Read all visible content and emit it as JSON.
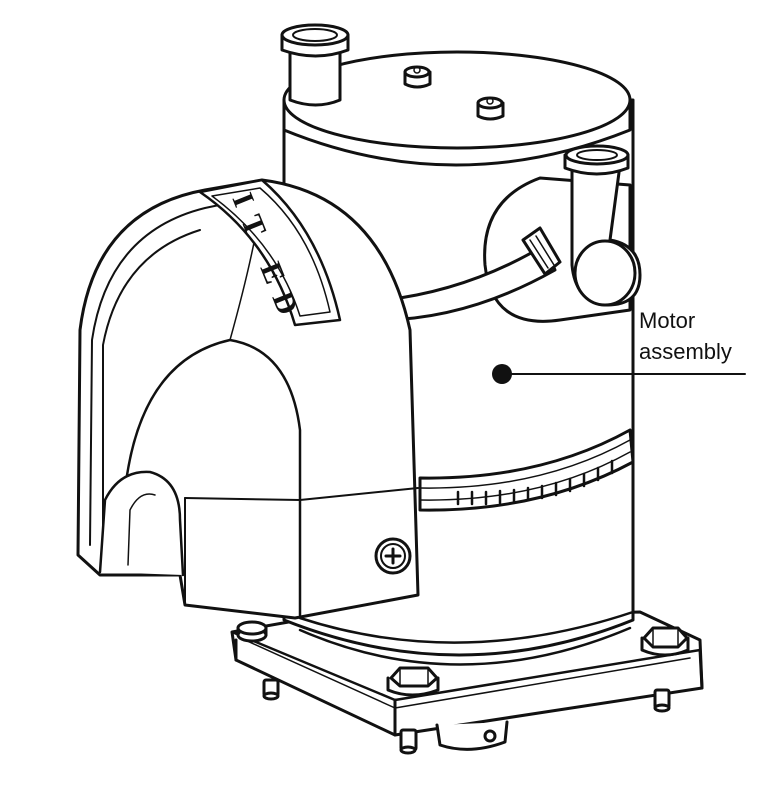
{
  "diagram": {
    "callout": {
      "line1": "Motor",
      "line2": "assembly"
    },
    "housing_embossed_text": "IT ED",
    "palette": {
      "stroke": "#111111",
      "fill": "#ffffff",
      "shadow": "#e6e6e6"
    }
  }
}
